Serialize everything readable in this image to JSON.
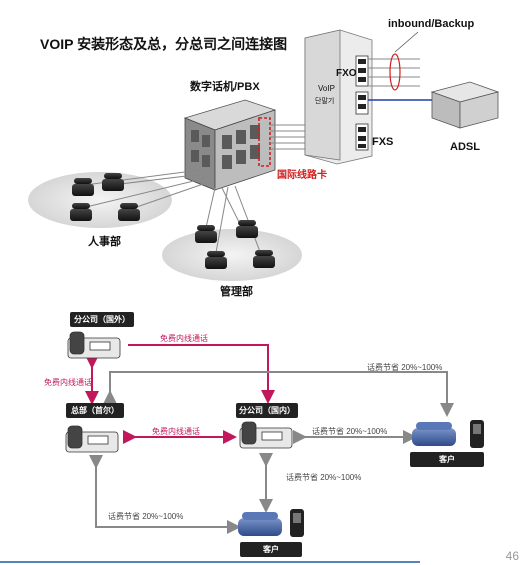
{
  "title": "VOIP 安装形态及总，分总司之间连接图",
  "top_diagram": {
    "pbx_label": "数字话机/PBX",
    "gateway_brand": "VoIP",
    "gateway_sub": "단말기",
    "fxo_label": "FXO",
    "fxs_label": "FXS",
    "inbound_label": "inbound/Backup",
    "adsl_label": "ADSL",
    "card_label": "国际线路卡",
    "dept_hr": "人事部",
    "dept_mgmt": "管理部"
  },
  "bottom_diagram": {
    "branch_foreign": "分公司（国外）",
    "hq": "总部（首尔）",
    "branch_domestic": "分公司（国内）",
    "customer_right": "客户",
    "customer_bottom": "客户",
    "free_call_top": "免费内线通话",
    "free_call_left": "免费内线通话",
    "free_call_mid": "免费内线通话",
    "saving_top": "话费节省 20%~100%",
    "saving_mid": "话费节省 20%~100%",
    "saving_right": "话费节省 20%~100%",
    "saving_bottom": "话费节省 20%~100%"
  },
  "page_number": "46",
  "colors": {
    "pink": "#c2185b",
    "grey_line": "#888888",
    "blue_line": "#1e3fa8",
    "red_card": "#d21f1f"
  }
}
